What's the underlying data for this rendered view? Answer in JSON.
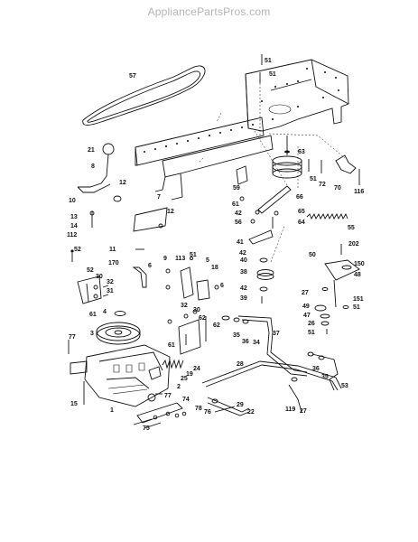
{
  "watermark": "AppliancePartsPros.com",
  "labels": [
    {
      "id": "57",
      "text": "57"
    },
    {
      "id": "51a",
      "text": "51"
    },
    {
      "id": "51b",
      "text": "51"
    },
    {
      "id": "21",
      "text": "21"
    },
    {
      "id": "8",
      "text": "8"
    },
    {
      "id": "12a",
      "text": "12"
    },
    {
      "id": "10",
      "text": "10"
    },
    {
      "id": "13",
      "text": "13"
    },
    {
      "id": "14",
      "text": "14"
    },
    {
      "id": "112",
      "text": "112"
    },
    {
      "id": "7",
      "text": "7"
    },
    {
      "id": "12b",
      "text": "12"
    },
    {
      "id": "63",
      "text": "63"
    },
    {
      "id": "51c",
      "text": "51"
    },
    {
      "id": "72",
      "text": "72"
    },
    {
      "id": "70",
      "text": "70"
    },
    {
      "id": "116",
      "text": "116"
    },
    {
      "id": "59",
      "text": "59"
    },
    {
      "id": "66",
      "text": "66"
    },
    {
      "id": "61a",
      "text": "61"
    },
    {
      "id": "65",
      "text": "65"
    },
    {
      "id": "42a",
      "text": "42"
    },
    {
      "id": "56",
      "text": "56"
    },
    {
      "id": "64",
      "text": "64"
    },
    {
      "id": "55",
      "text": "55"
    },
    {
      "id": "52a",
      "text": "52"
    },
    {
      "id": "11",
      "text": "11"
    },
    {
      "id": "41",
      "text": "41"
    },
    {
      "id": "202",
      "text": "202"
    },
    {
      "id": "50",
      "text": "50"
    },
    {
      "id": "150",
      "text": "150"
    },
    {
      "id": "48",
      "text": "48"
    },
    {
      "id": "40",
      "text": "40"
    },
    {
      "id": "42b",
      "text": "42"
    },
    {
      "id": "38",
      "text": "38"
    },
    {
      "id": "42c",
      "text": "42"
    },
    {
      "id": "39",
      "text": "39"
    },
    {
      "id": "170",
      "text": "170"
    },
    {
      "id": "6a",
      "text": "6"
    },
    {
      "id": "9a",
      "text": "9"
    },
    {
      "id": "113",
      "text": "113"
    },
    {
      "id": "51d",
      "text": "51"
    },
    {
      "id": "5",
      "text": "5"
    },
    {
      "id": "18",
      "text": "18"
    },
    {
      "id": "6b",
      "text": "6"
    },
    {
      "id": "52b",
      "text": "52"
    },
    {
      "id": "30a",
      "text": "30"
    },
    {
      "id": "32a",
      "text": "32"
    },
    {
      "id": "31",
      "text": "31"
    },
    {
      "id": "61b",
      "text": "61"
    },
    {
      "id": "27a",
      "text": "27"
    },
    {
      "id": "151",
      "text": "151"
    },
    {
      "id": "51e",
      "text": "51"
    },
    {
      "id": "49",
      "text": "49"
    },
    {
      "id": "47",
      "text": "47"
    },
    {
      "id": "26",
      "text": "26"
    },
    {
      "id": "51f",
      "text": "51"
    },
    {
      "id": "4",
      "text": "4"
    },
    {
      "id": "3",
      "text": "3"
    },
    {
      "id": "32b",
      "text": "32"
    },
    {
      "id": "30b",
      "text": "30"
    },
    {
      "id": "62a",
      "text": "62"
    },
    {
      "id": "61c",
      "text": "61"
    },
    {
      "id": "62b",
      "text": "62"
    },
    {
      "id": "35a",
      "text": "35"
    },
    {
      "id": "36a",
      "text": "36"
    },
    {
      "id": "34",
      "text": "34"
    },
    {
      "id": "37",
      "text": "37"
    },
    {
      "id": "77a",
      "text": "77"
    },
    {
      "id": "24",
      "text": "24"
    },
    {
      "id": "28",
      "text": "28"
    },
    {
      "id": "36b",
      "text": "36"
    },
    {
      "id": "35b",
      "text": "35"
    },
    {
      "id": "19",
      "text": "19"
    },
    {
      "id": "25",
      "text": "25"
    },
    {
      "id": "53",
      "text": "53"
    },
    {
      "id": "2",
      "text": "2"
    },
    {
      "id": "77b",
      "text": "77"
    },
    {
      "id": "15",
      "text": "15"
    },
    {
      "id": "1",
      "text": "1"
    },
    {
      "id": "74",
      "text": "74"
    },
    {
      "id": "29",
      "text": "29"
    },
    {
      "id": "119",
      "text": "119"
    },
    {
      "id": "27b",
      "text": "27"
    },
    {
      "id": "76",
      "text": "76"
    },
    {
      "id": "78",
      "text": "78"
    },
    {
      "id": "22",
      "text": "22"
    },
    {
      "id": "75",
      "text": "75"
    }
  ]
}
